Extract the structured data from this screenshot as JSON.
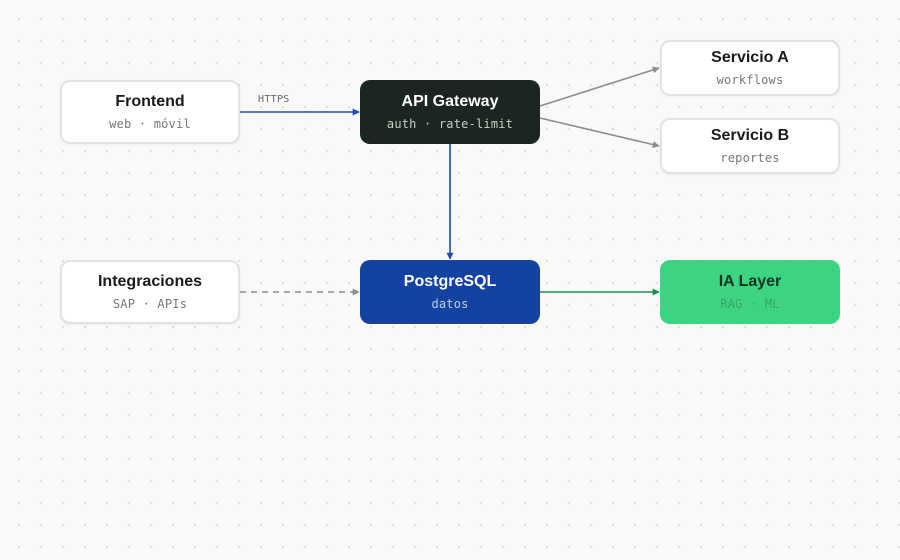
{
  "colors": {
    "edge_blue": "#1f4aa8",
    "edge_gray": "#8c8c8c",
    "edge_green": "#238a55",
    "node_dark": "#1b2620",
    "node_blue": "#1342a1",
    "node_green": "#3cd483"
  },
  "nodes": {
    "frontend": {
      "title": "Frontend",
      "subtitle": "web · móvil"
    },
    "gateway": {
      "title": "API Gateway",
      "subtitle": "auth · rate-limit"
    },
    "servicio_a": {
      "title": "Servicio A",
      "subtitle": "workflows"
    },
    "servicio_b": {
      "title": "Servicio B",
      "subtitle": "reportes"
    },
    "integraciones": {
      "title": "Integraciones",
      "subtitle": "SAP · APIs"
    },
    "postgres": {
      "title": "PostgreSQL",
      "subtitle": "datos"
    },
    "ia": {
      "title": "IA Layer",
      "subtitle": "RAG · ML"
    }
  },
  "edges": [
    {
      "from": "frontend",
      "to": "gateway",
      "label": "HTTPS",
      "style": "solid",
      "color": "blue"
    },
    {
      "from": "gateway",
      "to": "servicio_a",
      "style": "solid",
      "color": "gray"
    },
    {
      "from": "gateway",
      "to": "servicio_b",
      "style": "solid",
      "color": "gray"
    },
    {
      "from": "gateway",
      "to": "postgres",
      "style": "solid",
      "color": "blue"
    },
    {
      "from": "integraciones",
      "to": "postgres",
      "style": "dashed",
      "color": "gray"
    },
    {
      "from": "postgres",
      "to": "ia",
      "style": "solid",
      "color": "green"
    }
  ]
}
